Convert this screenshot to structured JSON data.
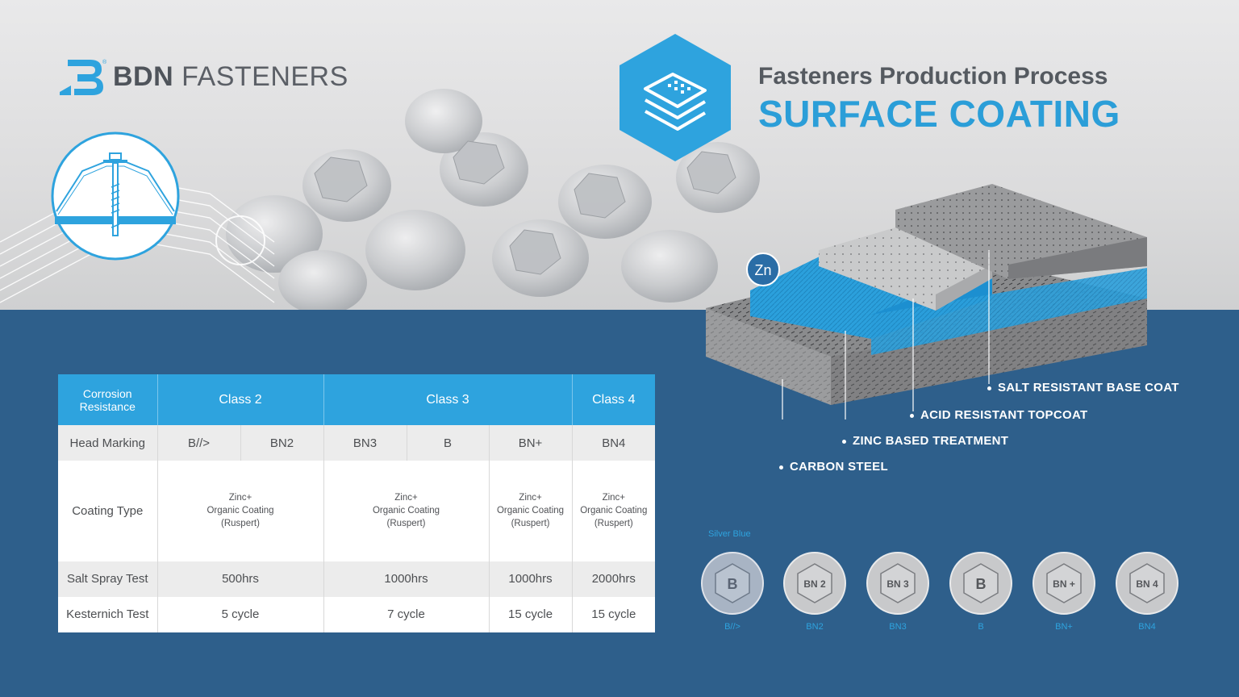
{
  "brand": {
    "name_bold": "BDN",
    "name_light": "FASTENERS"
  },
  "header": {
    "subtitle": "Fasteners Production Process",
    "title": "SURFACE COATING"
  },
  "diagram": {
    "zn_label": "Zn",
    "layers": [
      {
        "label": "SALT RESISTANT BASE COAT"
      },
      {
        "label": "ACID RESISTANT TOPCOAT"
      },
      {
        "label": "ZINC BASED TREATMENT"
      },
      {
        "label": "CARBON STEEL"
      }
    ]
  },
  "table": {
    "header": {
      "row_label": "Corrosion Resistance",
      "class2": "Class 2",
      "class3": "Class 3",
      "class4": "Class 4"
    },
    "head_marking": {
      "label": "Head Marking",
      "values": [
        "B//>",
        "BN2",
        "BN3",
        "B",
        "BN+",
        "BN4"
      ]
    },
    "coating_type": {
      "label": "Coating Type",
      "c1_line1": "Zinc+",
      "c1_line2": "Organic Coating",
      "c1_line3": "(Ruspert)"
    },
    "salt_spray": {
      "label": "Salt Spray Test",
      "values": [
        "500hrs",
        "1000hrs",
        "1000hrs",
        "2000hrs"
      ]
    },
    "kesternich": {
      "label": "Kesternich Test",
      "values": [
        "5 cycle",
        "7 cycle",
        "15 cycle",
        "15 cycle"
      ]
    }
  },
  "heads": {
    "silver_label": "Silver Blue",
    "items": [
      {
        "mark": "B",
        "caption": "B//>"
      },
      {
        "mark": "BN 2",
        "caption": "BN2"
      },
      {
        "mark": "BN 3",
        "caption": "BN3"
      },
      {
        "mark": "B",
        "caption": "B"
      },
      {
        "mark": "BN +",
        "caption": "BN+"
      },
      {
        "mark": "BN 4",
        "caption": "BN4"
      }
    ]
  },
  "colors": {
    "accent": "#2ea3de",
    "panel": "#2e5f8b",
    "text_grey": "#555a60"
  }
}
